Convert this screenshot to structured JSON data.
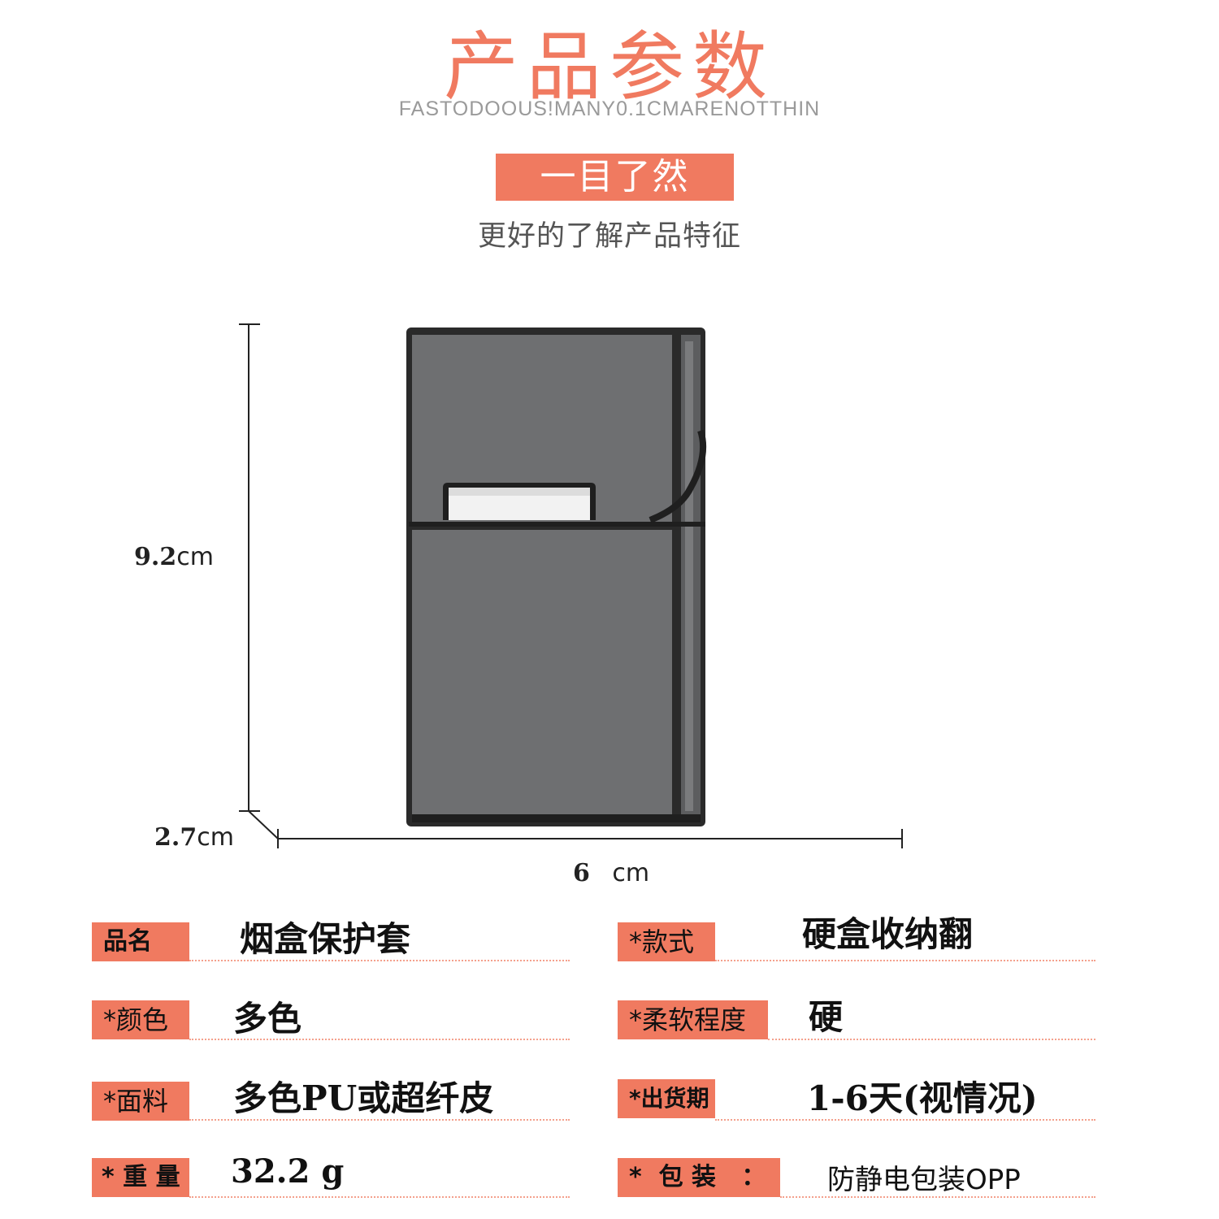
{
  "header": {
    "title": "产品参数",
    "subtitle_en": "FASTODOOUS!MANY0.1CMARENOTTHIN",
    "badge": "一目了然",
    "tagline": "更好的了解产品特征"
  },
  "dimensions": {
    "height_value": "9.2",
    "height_unit": "cm",
    "depth_value": "2.7",
    "depth_unit": "cm",
    "width_value": "6",
    "width_unit": "cm"
  },
  "product_image": {
    "subject": "cigarette-case",
    "color": "#6e6f71"
  },
  "specs": {
    "left": [
      {
        "label": "品名",
        "value": "烟盒保护套"
      },
      {
        "label": "*颜色",
        "value": "多色"
      },
      {
        "label": "*面料",
        "value": "多色PU或超纤皮"
      },
      {
        "label": "* 重 量",
        "value": "32.2 g"
      }
    ],
    "right": [
      {
        "label": "*款式",
        "value": "硬盒收纳翻"
      },
      {
        "label": "*柔软程度",
        "value": "硬"
      },
      {
        "label": "*出货期",
        "value": "1-6天(视情况)"
      },
      {
        "label": "*  包 装   ：",
        "value": "防静电包装OPP"
      }
    ]
  },
  "colors": {
    "accent": "#f07a60",
    "text": "#111111"
  }
}
